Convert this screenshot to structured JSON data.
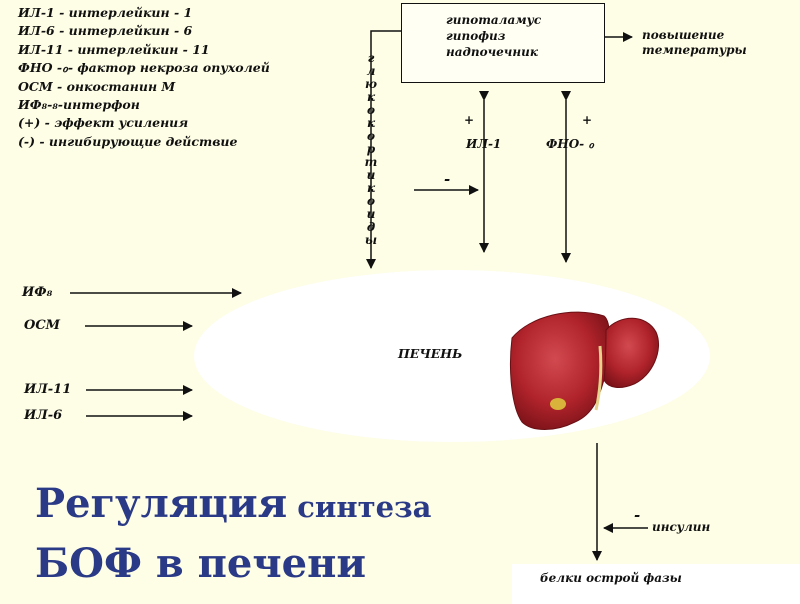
{
  "legend": [
    "ИЛ-1 - интерлейкин - 1",
    "ИЛ-6 - интерлейкин - 6",
    "ИЛ-11 - интерлейкин - 11",
    "ФНО -ℴ- фактор некроза опухолей",
    "ОСМ - онкостанин М",
    "ИФ₈-₈-интерфон",
    "(+) - эффект усиления",
    "(-) - ингибирующие действие"
  ],
  "box": {
    "line1": "гипоталамус",
    "line2": "гипофиз",
    "line3": "надпочечник"
  },
  "fever": {
    "line1": "повышение",
    "line2": "температуры"
  },
  "glucocorticoids_letters": [
    "г",
    "л",
    "ю",
    "к",
    "о",
    "к",
    "о",
    "р",
    "т",
    "и",
    "к",
    "о",
    "и",
    "д",
    "ы"
  ],
  "il1_label": "ИЛ-1",
  "tnf_label": "ФНО- ℴ",
  "plus1": "+",
  "plus2": "+",
  "minus1": "-",
  "minus2": "-",
  "inputs": {
    "ifn": "ИФ₈",
    "osm": "ОСМ",
    "il11": "ИЛ-11",
    "il6": "ИЛ-6"
  },
  "liver_label": "ПЕЧЕНЬ",
  "insulin_label": "инсулин",
  "result_label": "белки острой фазы",
  "title": {
    "word1": "Регуляция",
    "word2": " синтеза",
    "line2": "БОФ в печени"
  },
  "colors": {
    "title": "#2b3a86",
    "liver": "#b0232b",
    "background": "#fefee6"
  }
}
